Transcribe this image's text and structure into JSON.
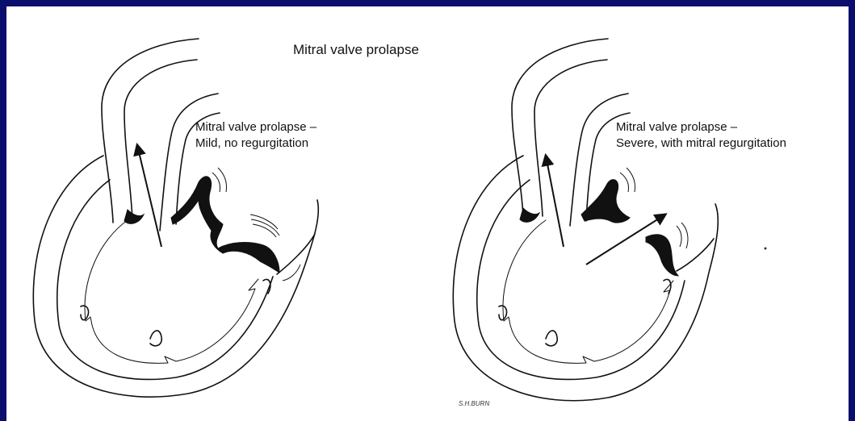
{
  "title": "Mitral valve prolapse",
  "panels": [
    {
      "caption_line1": "Mitral valve prolapse –",
      "caption_line2": "Mild, no regurgitation"
    },
    {
      "caption_line1": "Mitral valve prolapse –",
      "caption_line2": "Severe, with mitral regurgitation"
    }
  ],
  "signature": "S.H.BURN",
  "colors": {
    "border": "#0a0f6e",
    "background": "#ffffff",
    "ink": "#111111"
  }
}
